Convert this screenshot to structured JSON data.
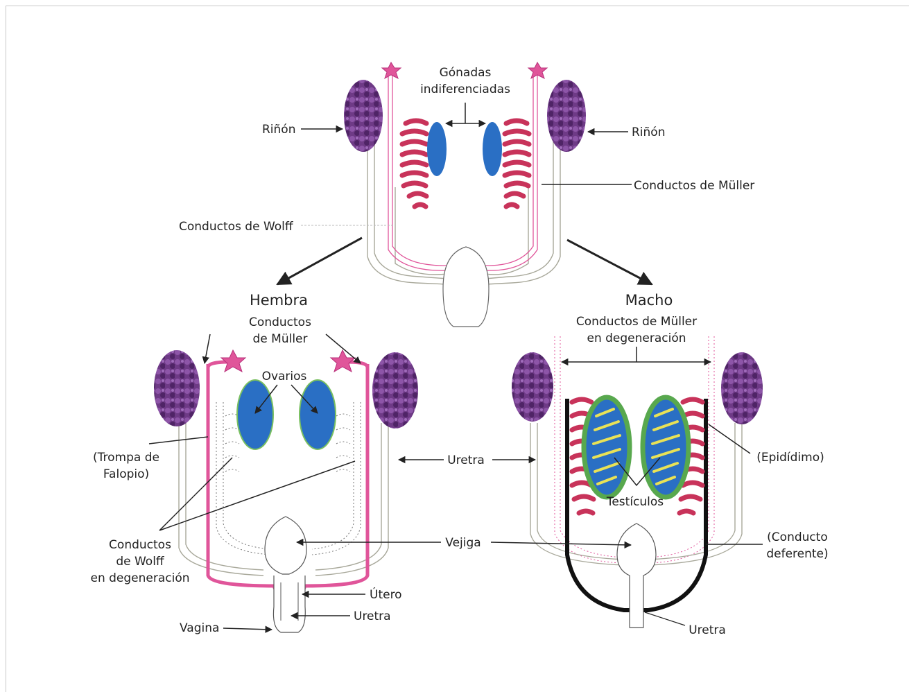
{
  "colors": {
    "kidney": "#6e3a86",
    "muller": "#e0559a",
    "wolff": "#a8a89a",
    "gonad": "#2a6fc4",
    "tubule": "#c8335a",
    "testis_ring": "#58a84e",
    "testis_tubule": "#e9e256",
    "vas": "#111111",
    "line": "#222222"
  },
  "top": {
    "gonads": "Gónadas indiferenciadas",
    "gonads_l1": "Gónadas",
    "gonads_l2": "indiferenciadas",
    "kidney_left": "Riñón",
    "kidney_right": "Riñón",
    "muller": "Conductos de Müller",
    "wolff": "Conductos de Wolff"
  },
  "female": {
    "title": "Hembra",
    "muller_l1": "Conductos",
    "muller_l2": "de Müller",
    "ovaries": "Ovarios",
    "fallopian_l1": "(Trompa de",
    "fallopian_l2": "Falopio)",
    "wolff_l1": "Conductos",
    "wolff_l2": "de Wolff",
    "wolff_l3": "en degeneración",
    "uterus": "Útero",
    "urethra": "Uretra",
    "vagina": "Vagina"
  },
  "shared": {
    "urethra": "Uretra",
    "bladder": "Vejiga"
  },
  "male": {
    "title": "Macho",
    "muller_l1": "Conductos de Müller",
    "muller_l2": "en degeneración",
    "epididymis": "(Epidídimo)",
    "testes": "Testículos",
    "vas_l1": "(Conducto",
    "vas_l2": "deferente)",
    "urethra": "Uretra"
  }
}
